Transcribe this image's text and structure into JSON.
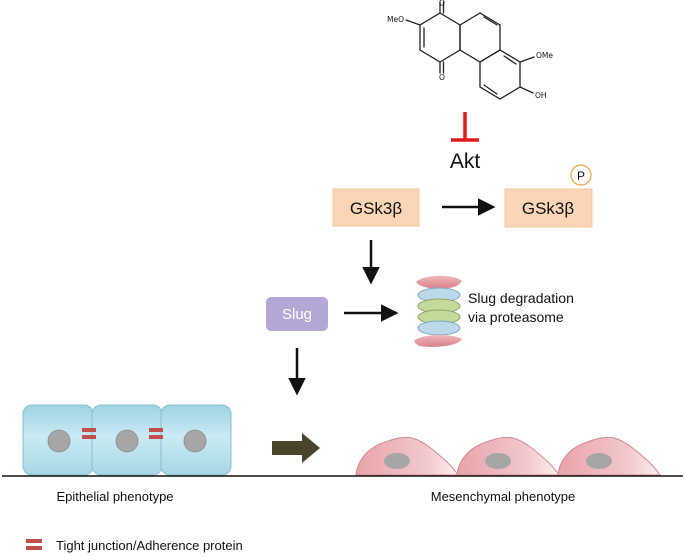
{
  "compound": {
    "substituents": {
      "methoxy_left": "MeO",
      "methoxy_right": "OMe",
      "hydroxyl": "OH",
      "carbonyl_top": "O",
      "carbonyl_bottom": "O"
    }
  },
  "nodes": {
    "akt": "Akt",
    "gsk3b": "GSk3β",
    "gsk3b_phos": "GSk3β",
    "phospho_badge": "P",
    "slug": "Slug"
  },
  "proteasome_label": {
    "line1": "Slug degradation",
    "line2": "via proteasome"
  },
  "phenotypes": {
    "epithelial": "Epithelial phenotype",
    "mesenchymal": "Mesenchymal phenotype"
  },
  "legend": {
    "tight_junction": "Tight junction/Adherence protein"
  },
  "colors": {
    "inhibition": "#e01b1b",
    "gsk_box": "#fbd5b5",
    "slug_box": "#b4a7d6",
    "epithelial_cell": "#bfe4ee",
    "nucleus": "#a6a6a6",
    "junction": "#c0504d",
    "mesenchymal_cell": "#e7a0a5",
    "transition_arrow": "#4a452a",
    "proteasome_cap": "#e39aa0",
    "proteasome_ring_blue": "#bcd9ea",
    "proteasome_ring_green": "#c3da9b"
  },
  "icons": [
    "inhibition-bar-icon",
    "arrow-icon",
    "proteasome-icon",
    "epithelial-cell-icon",
    "mesenchymal-cell-icon",
    "junction-legend-icon"
  ]
}
